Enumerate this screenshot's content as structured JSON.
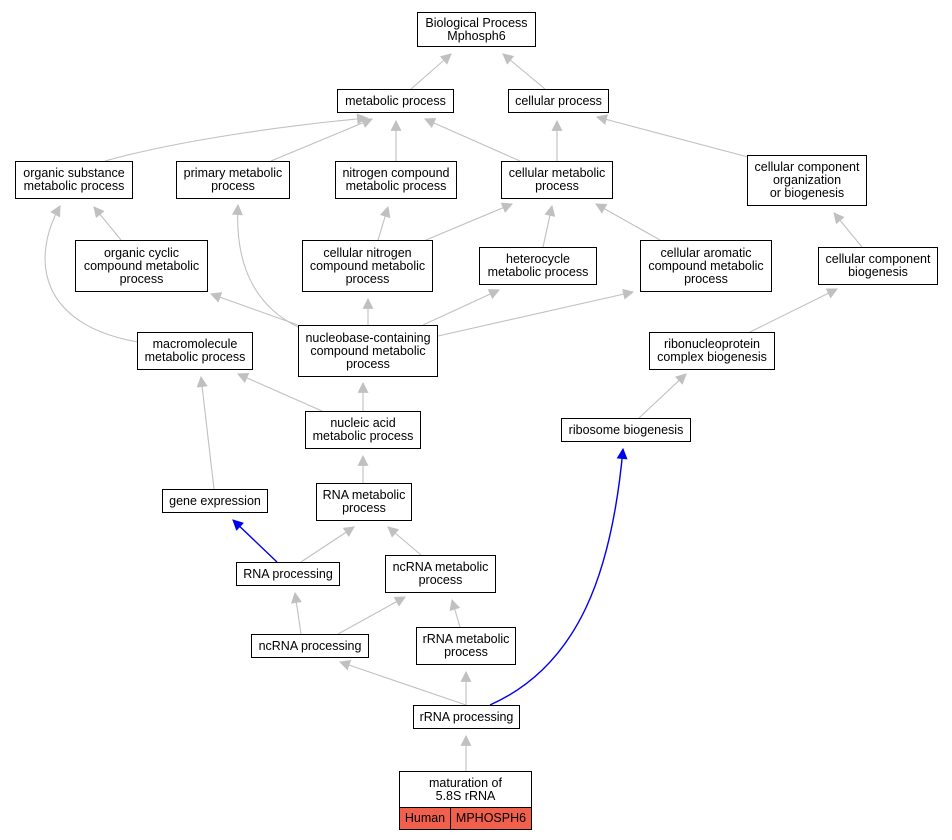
{
  "nodes": {
    "root": "Biological Process\nMphosph6",
    "metabolic": "metabolic process",
    "cellular": "cellular process",
    "organic_substance": "organic substance\nmetabolic process",
    "primary_metabolic": "primary metabolic\nprocess",
    "nitrogen_compound": "nitrogen compound\nmetabolic process",
    "cellular_metabolic": "cellular metabolic\nprocess",
    "cellular_component_org": "cellular component\norganization\nor biogenesis",
    "organic_cyclic": "organic cyclic\ncompound metabolic\nprocess",
    "cellular_nitrogen": "cellular nitrogen\ncompound metabolic\nprocess",
    "heterocycle": "heterocycle\nmetabolic process",
    "cellular_aromatic": "cellular aromatic\ncompound metabolic\nprocess",
    "cellular_component_bio": "cellular component\nbiogenesis",
    "macromolecule": "macromolecule\nmetabolic process",
    "nucleobase": "nucleobase-containing\ncompound metabolic\nprocess",
    "ribonucleoprotein": "ribonucleoprotein\ncomplex biogenesis",
    "nucleic_acid": "nucleic acid\nmetabolic process",
    "ribosome_biogenesis": "ribosome biogenesis",
    "gene_expression": "gene expression",
    "rna_metabolic": "RNA metabolic\nprocess",
    "rna_processing": "RNA processing",
    "ncrna_metabolic": "ncRNA metabolic\nprocess",
    "ncrna_processing": "ncRNA processing",
    "rrna_metabolic": "rRNA metabolic\nprocess",
    "rrna_processing": "rRNA processing",
    "maturation": "maturation of\n5.8S rRNA"
  },
  "leaf_tags": {
    "species": "Human",
    "gene": "MPHOSPH6",
    "color": "#f0604d"
  },
  "edges": [
    {
      "from": "metabolic",
      "to": "root",
      "color": "gray"
    },
    {
      "from": "cellular",
      "to": "root",
      "color": "gray"
    },
    {
      "from": "organic_substance",
      "to": "metabolic",
      "color": "gray"
    },
    {
      "from": "primary_metabolic",
      "to": "metabolic",
      "color": "gray"
    },
    {
      "from": "nitrogen_compound",
      "to": "metabolic",
      "color": "gray"
    },
    {
      "from": "cellular_metabolic",
      "to": "metabolic",
      "color": "gray"
    },
    {
      "from": "cellular_metabolic",
      "to": "cellular",
      "color": "gray"
    },
    {
      "from": "cellular_component_org",
      "to": "cellular",
      "color": "gray"
    },
    {
      "from": "organic_cyclic",
      "to": "organic_substance",
      "color": "gray"
    },
    {
      "from": "cellular_nitrogen",
      "to": "nitrogen_compound",
      "color": "gray"
    },
    {
      "from": "cellular_nitrogen",
      "to": "cellular_metabolic",
      "color": "gray"
    },
    {
      "from": "heterocycle",
      "to": "cellular_metabolic",
      "color": "gray"
    },
    {
      "from": "cellular_aromatic",
      "to": "cellular_metabolic",
      "color": "gray"
    },
    {
      "from": "cellular_component_bio",
      "to": "cellular_component_org",
      "color": "gray"
    },
    {
      "from": "macromolecule",
      "to": "organic_substance",
      "color": "gray"
    },
    {
      "from": "nucleobase",
      "to": "primary_metabolic",
      "color": "gray"
    },
    {
      "from": "nucleobase",
      "to": "organic_cyclic",
      "color": "gray"
    },
    {
      "from": "nucleobase",
      "to": "cellular_nitrogen",
      "color": "gray"
    },
    {
      "from": "nucleobase",
      "to": "heterocycle",
      "color": "gray"
    },
    {
      "from": "nucleobase",
      "to": "cellular_aromatic",
      "color": "gray"
    },
    {
      "from": "ribonucleoprotein",
      "to": "cellular_component_bio",
      "color": "gray"
    },
    {
      "from": "nucleic_acid",
      "to": "macromolecule",
      "color": "gray"
    },
    {
      "from": "nucleic_acid",
      "to": "nucleobase",
      "color": "gray"
    },
    {
      "from": "ribosome_biogenesis",
      "to": "ribonucleoprotein",
      "color": "gray"
    },
    {
      "from": "gene_expression",
      "to": "macromolecule",
      "color": "gray"
    },
    {
      "from": "rna_metabolic",
      "to": "nucleic_acid",
      "color": "gray"
    },
    {
      "from": "rna_processing",
      "to": "gene_expression",
      "color": "blue"
    },
    {
      "from": "rna_processing",
      "to": "rna_metabolic",
      "color": "gray"
    },
    {
      "from": "ncrna_metabolic",
      "to": "rna_metabolic",
      "color": "gray"
    },
    {
      "from": "ncrna_processing",
      "to": "rna_processing",
      "color": "gray"
    },
    {
      "from": "ncrna_processing",
      "to": "ncrna_metabolic",
      "color": "gray"
    },
    {
      "from": "rrna_metabolic",
      "to": "ncrna_metabolic",
      "color": "gray"
    },
    {
      "from": "rrna_processing",
      "to": "ncrna_processing",
      "color": "gray"
    },
    {
      "from": "rrna_processing",
      "to": "rrna_metabolic",
      "color": "gray"
    },
    {
      "from": "rrna_processing",
      "to": "ribosome_biogenesis",
      "color": "blue"
    },
    {
      "from": "maturation",
      "to": "rrna_processing",
      "color": "gray"
    }
  ],
  "edge_colors": {
    "gray": "#c0c0c0",
    "blue": "#0000ee"
  }
}
